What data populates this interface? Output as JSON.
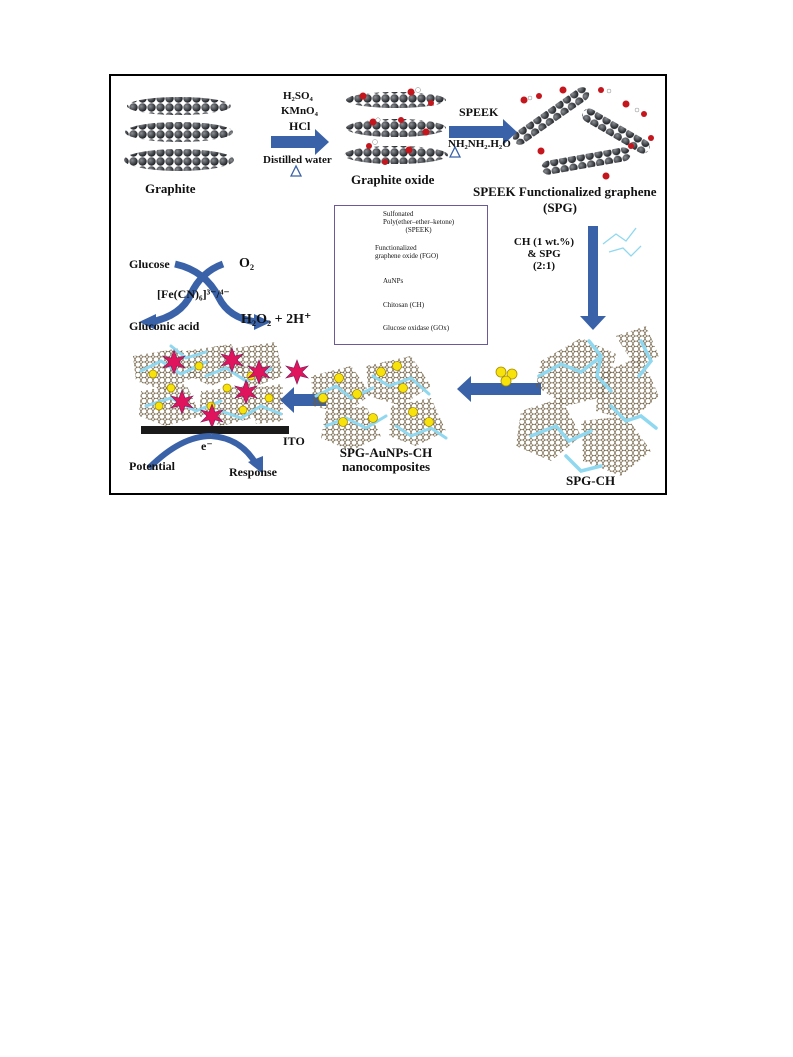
{
  "labels": {
    "graphite": "Graphite",
    "h2so4": "H₂SO₄",
    "kmno4": "KMnO₄",
    "hcl": "HCl",
    "distilled_water": "Distilled water",
    "graphite_oxide": "Graphite oxide",
    "speek": "SPEEK",
    "reduction": "NH₂NH₂.H₂O",
    "spg_line1": "SPEEK Functionalized graphene",
    "spg_line2": "(SPG)",
    "ch_line1": "CH (1 wt.%)",
    "ch_line2": "& SPG",
    "ch_line3": "(2:1)",
    "spg_ch": "SPG-CH",
    "composite_line1": "SPG-AuNPs-CH",
    "composite_line2": "nanocomposites",
    "ito": "ITO",
    "electron": "e⁻",
    "potential": "Potential",
    "response": "Response",
    "glucose": "Glucose",
    "o2": "O₂",
    "mediator": "[Fe(CN)₆]³⁻/⁴⁻",
    "gluconic_acid": "Gluconic acid",
    "products": "H₂O₂ + 2H⁺"
  },
  "legend": [
    {
      "line1": "Sulfonated",
      "line2": "Poly(ether–ether–ketone)",
      "line3": "(SPEEK)"
    },
    {
      "line1": "Functionalized",
      "line2": "graphene oxide (FGO)"
    },
    {
      "line1": "AuNPs"
    },
    {
      "line1": "Chitosan (CH)"
    },
    {
      "line1": "Glucose oxidase (GOx)"
    }
  ],
  "colors": {
    "arrow": "#3a62a8",
    "graphite": "#2f3236",
    "oxygen": "#c4161c",
    "chitosan": "#8fd8f0",
    "gold": "#f7e20c",
    "gox": "#e0145c",
    "electrode": "#1a1a1a",
    "legend_border": "#6a5a9a",
    "graphene": "#6b5a3c"
  }
}
